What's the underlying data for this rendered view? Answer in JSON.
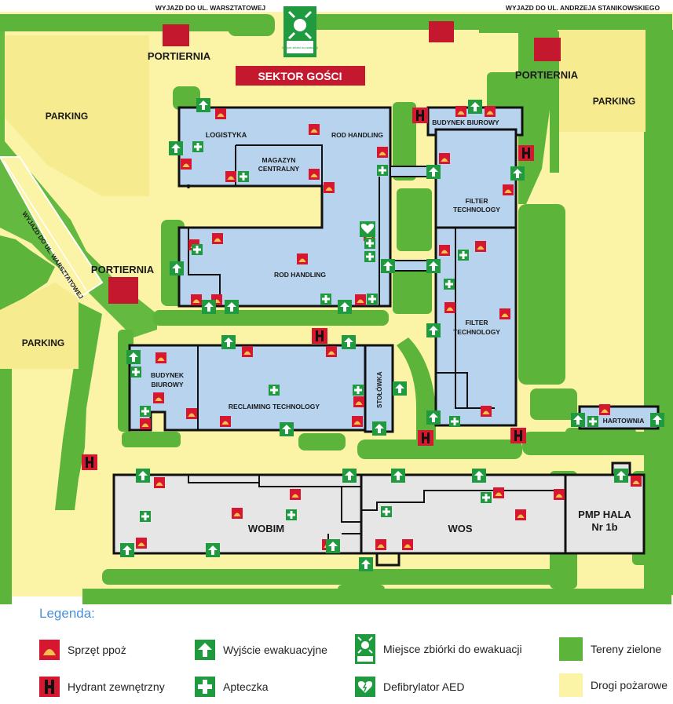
{
  "map": {
    "exit_warsztatowej_top": "WYJAZD DO UL. WARSZTATOWEJ",
    "exit_stanikowskiego": "WYJAZD DO UL. ANDRZEJA STANIKOWSKIEGO",
    "exit_warsztatowej_side": "WYJAZD DO UL. WARSZTATOWEJ",
    "assembly_sign": "Miejsce zbiórki do ewakuacji",
    "guest_sector": "SEKTOR GOŚCI",
    "gatehouse": "PORTIERNIA",
    "parking": "PARKING",
    "buildings": {
      "logistyka": "LOGISTYKA",
      "magazyn": [
        "MAGAZYN",
        "CENTRALNY"
      ],
      "rod_handling": "ROD HANDLING",
      "budynek_biurowy": "BUDYNEK BIUROWY",
      "budynek_biurowy_2": [
        "BUDYNEK",
        "BIUROWY"
      ],
      "filter_technology": [
        "FILTER",
        "TECHNOLOGY"
      ],
      "reclaiming": "RECLAIMING TECHNOLOGY",
      "stolowka": "STOŁÓWKA",
      "hartownia": "HARTOWNIA",
      "wobim": "WOBIM",
      "wos": "WOS",
      "pmp_hala": [
        "PMP HALA",
        "Nr 1b"
      ]
    }
  },
  "legend": {
    "title": "Legenda:",
    "items": [
      {
        "icon": "fire-equipment-icon",
        "label": "Sprzęt ppoż"
      },
      {
        "icon": "evacuation-exit-icon",
        "label": "Wyjście ewakuacyjne"
      },
      {
        "icon": "assembly-point-icon",
        "label": "Miejsce zbiórki do ewakuacji"
      },
      {
        "icon": "green-area-swatch",
        "label": "Tereny zielone"
      },
      {
        "icon": "hydrant-icon",
        "label": "Hydrant zewnętrzny"
      },
      {
        "icon": "first-aid-icon",
        "label": "Apteczka"
      },
      {
        "icon": "aed-icon",
        "label": "Defibrylator AED"
      },
      {
        "icon": "fire-road-swatch",
        "label": "Drogi pożarowe"
      }
    ]
  },
  "colors": {
    "green": "#5cb53a",
    "road": "#fbf3a6",
    "building_blue": "#b7d3ee",
    "building_grey": "#e6e6e6",
    "red": "#c4182f",
    "exit_green": "#1f9a3f"
  }
}
